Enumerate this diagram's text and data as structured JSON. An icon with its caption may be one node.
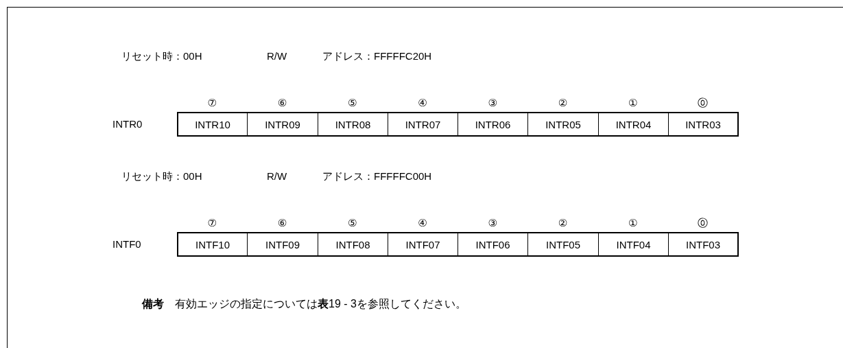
{
  "diagram": {
    "labels": [
      "リセット時：00H",
      "R/W",
      "アドレス：FFFFFC20H",
      "⑦",
      "⑥",
      "⑤",
      "④",
      "③",
      "②",
      "①",
      "⓪",
      "INTR0",
      "INTR10",
      "INTR09",
      "INTR08",
      "INTR07",
      "INTR06",
      "INTR05",
      "INTR04",
      "INTR03",
      "リセット時：00H",
      "R/W",
      "アドレス：FFFFFC00H",
      "⑦",
      "⑥",
      "⑤",
      "④",
      "③",
      "②",
      "①",
      "⓪",
      "INTF0",
      "INTF10",
      "INTF09",
      "INTF08",
      "INTF07",
      "INTF06",
      "INTF05",
      "INTF04",
      "INTF03",
      "**備考**　有効エッジの指定については**表**19 - 3を参照してください。"
    ]
  }
}
